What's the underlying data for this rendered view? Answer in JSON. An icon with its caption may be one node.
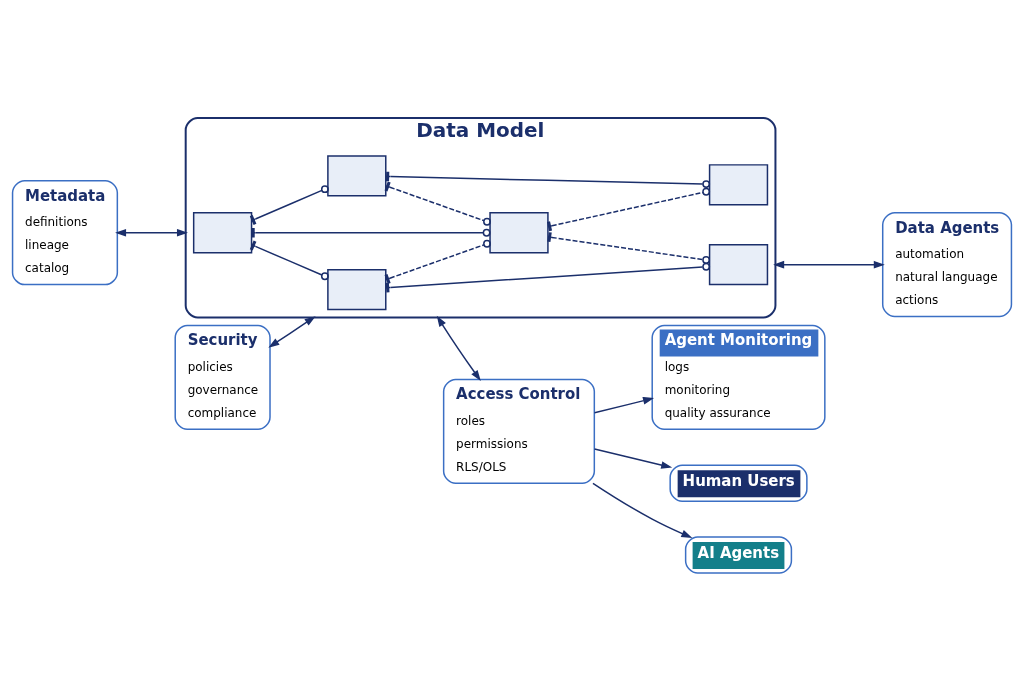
{
  "diagram": {
    "nodes": [
      {
        "text": [
          "Metadata",
          "definitions",
          "lineage",
          "catalog"
        ]
      },
      {
        "text": [
          "Data Model"
        ]
      },
      {
        "text": [],
        "shape": "box",
        "in": 1
      },
      {
        "text": [],
        "shape": "box",
        "in": 1
      },
      {
        "text": [],
        "shape": "box",
        "in": 1
      },
      {
        "text": [],
        "shape": "box",
        "in": 1
      },
      {
        "text": [],
        "shape": "box",
        "in": 1
      },
      {
        "text": [],
        "shape": "box",
        "in": 1
      },
      {
        "text": [
          "Security",
          "policies",
          "governance",
          "compliance"
        ]
      },
      {
        "text": [
          "Access Control",
          "roles",
          "permissions",
          "RLS/OLS"
        ]
      },
      {
        "text": [
          "Data Agents",
          "automation",
          "natural language",
          "actions"
        ]
      },
      {
        "text": [
          "Human Users"
        ]
      },
      {
        "text": [
          "AI Agents"
        ]
      },
      {
        "text": [
          "Agent Monitoring",
          "logs",
          "monitoring",
          "quality assurance"
        ]
      }
    ],
    "edges": [
      {
        "from": 0,
        "to": 1,
        "arrow": "both"
      },
      {
        "from": 8,
        "to": 1,
        "arrow": "both"
      },
      {
        "from": 1,
        "to": 9,
        "arrow": "both"
      },
      {
        "from": 1,
        "to": 10,
        "arrow": "both"
      },
      {
        "from": 9,
        "to": 11,
        "arrow": "to"
      },
      {
        "from": 9,
        "to": 12,
        "arrow": "to"
      },
      {
        "from": 9,
        "to": 13,
        "arrow": "to"
      },
      {
        "from": 2,
        "to": 3,
        "arrow": "other"
      },
      {
        "from": 2,
        "to": 4,
        "arrow": "other"
      },
      {
        "from": 2,
        "to": 5,
        "arrow": "other"
      },
      {
        "from": 3,
        "to": 6,
        "arrow": "other"
      },
      {
        "from": 4,
        "to": 7,
        "arrow": "other"
      },
      {
        "from": 3,
        "to": 5,
        "arrow": "other",
        "style": "dashed"
      },
      {
        "from": 4,
        "to": 5,
        "arrow": "other",
        "style": "dashed"
      },
      {
        "from": 5,
        "to": 6,
        "arrow": "other",
        "style": "dashed"
      },
      {
        "from": 5,
        "to": 7,
        "arrow": "other",
        "style": "dashed"
      }
    ]
  }
}
